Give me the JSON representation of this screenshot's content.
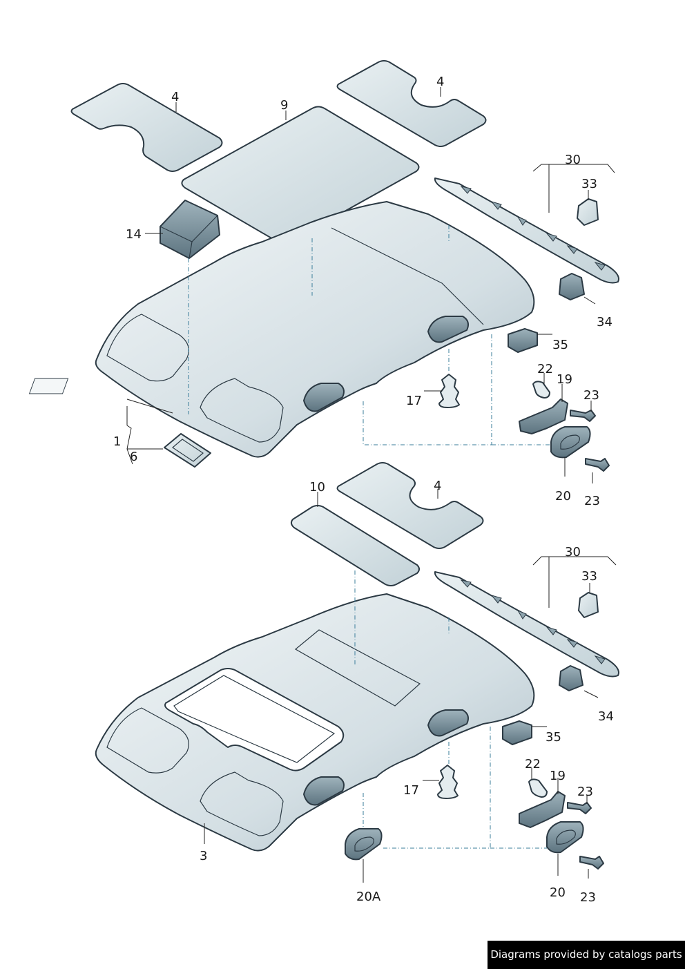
{
  "footer": {
    "credit": "Diagrams provided by catalogs parts"
  },
  "callouts": {
    "c4a": "4",
    "c9": "9",
    "c4b": "4",
    "c30a": "30",
    "c33a": "33",
    "c14": "14",
    "c34a": "34",
    "c35a": "35",
    "c22a": "22",
    "c19a": "19",
    "c23a": "23",
    "c17a": "17",
    "c1": "1",
    "c6": "6",
    "c20a": "20",
    "c23b": "23",
    "c10": "10",
    "c4c": "4",
    "c30b": "30",
    "c33b": "33",
    "c34b": "34",
    "c35b": "35",
    "c22b": "22",
    "c19b": "19",
    "c23c": "23",
    "c17b": "17",
    "c3": "3",
    "c20A": "20A",
    "c20b": "20",
    "c23d": "23"
  },
  "colors": {
    "part_fill": "#d6e1e5",
    "part_dark": "#6f8794",
    "outline": "#2c3a44",
    "leader": "#222222",
    "guide": "#3a7c9a"
  }
}
